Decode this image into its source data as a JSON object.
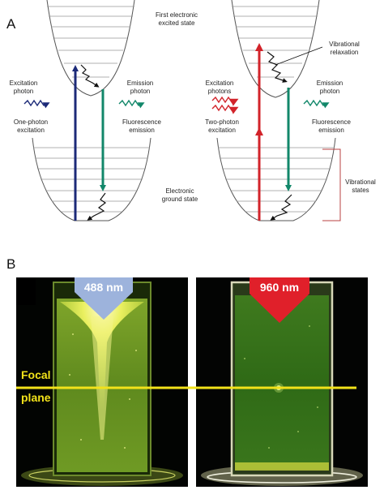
{
  "panel_a": {
    "letter": "A",
    "first_excited_state": [
      "First electronic",
      "excited state"
    ],
    "ground_state": [
      "Electronic",
      "ground state"
    ],
    "left": {
      "excitation_photon": [
        "Excitation",
        "photon"
      ],
      "excitation_type": [
        "One-photon",
        "excitation"
      ],
      "emission_photon": [
        "Emission",
        "photon"
      ],
      "emission_type": [
        "Fluorescence",
        "emission"
      ]
    },
    "right": {
      "excitation_photons": [
        "Excitation",
        "photons"
      ],
      "excitation_type": [
        "Two-photon",
        "excitation"
      ],
      "emission_photon": [
        "Emission",
        "photon"
      ],
      "emission_type": [
        "Fluorescence",
        "emission"
      ],
      "vibrational_relaxation": [
        "Vibrational",
        "relaxation"
      ],
      "vibrational_states": [
        "Vibrational",
        "states"
      ]
    }
  },
  "panel_b": {
    "letter": "B",
    "left_wavelength": "488 nm",
    "right_wavelength": "960 nm",
    "focal_plane": [
      "Focal",
      "plane"
    ]
  },
  "colors": {
    "one_photon_arrow": "#1c2a78",
    "two_photon_arrow": "#d2232a",
    "emission_arrow": "#12876a",
    "bracket": "#b84040",
    "blue_beam": "#9db3dc",
    "red_beam": "#e0202a",
    "focal_line": "#f2e21a"
  }
}
